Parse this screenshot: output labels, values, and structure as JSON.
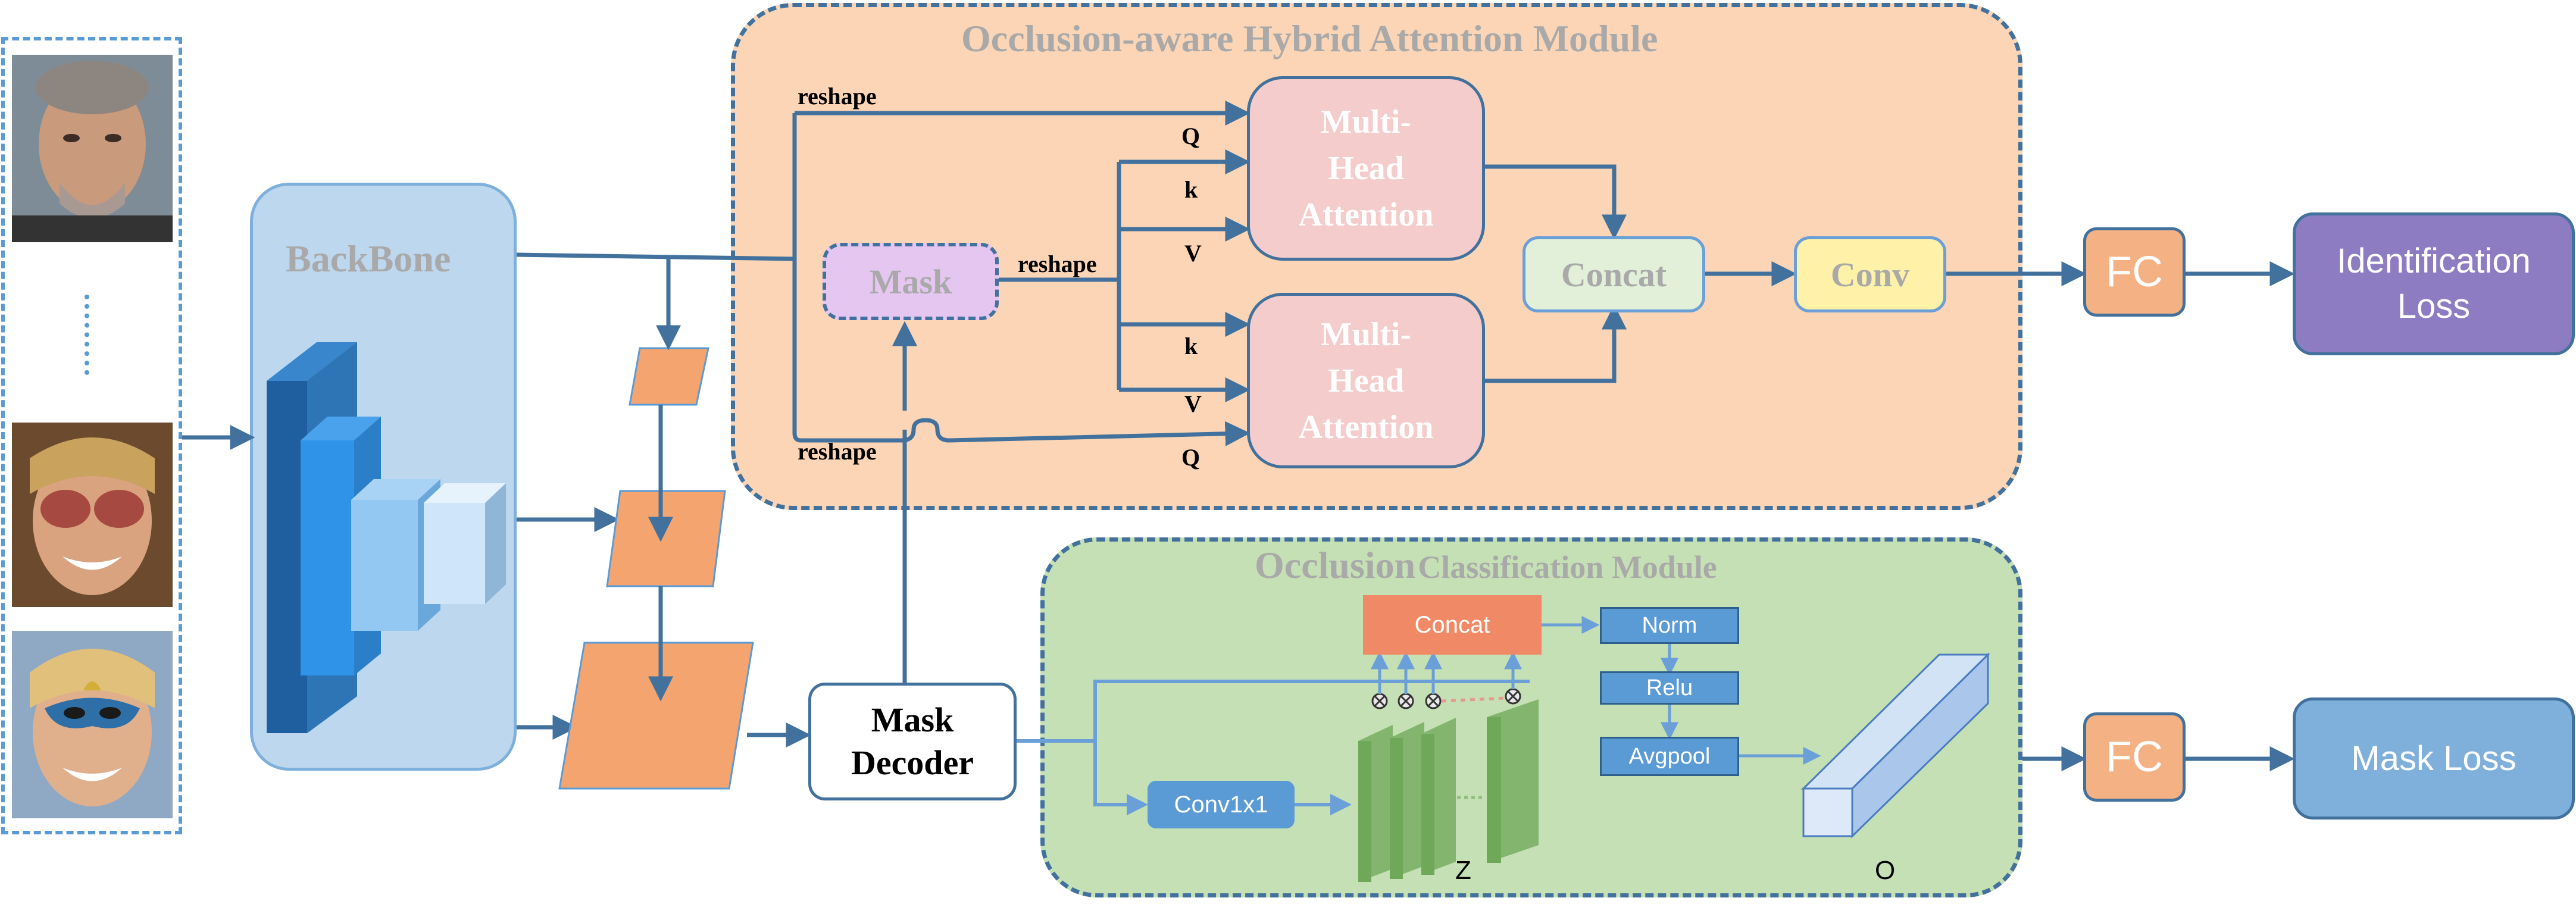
{
  "hybrid_module": {
    "title": "Occlusion-aware Hybrid Attention Module",
    "mask_label": "Mask",
    "mha_top": "Multi-Head Attention",
    "mha_bottom": "Multi-Head Attention",
    "concat_label": "Concat",
    "conv_label": "Conv",
    "reshape_top": "reshape",
    "reshape_mid": "reshape",
    "reshape_bottom": "reshape",
    "q_top": "Q",
    "k_top": "k",
    "v_top": "V",
    "k_bottom": "k",
    "v_bottom": "V",
    "q_bottom": "Q"
  },
  "backbone": {
    "label": "BackBone"
  },
  "mask_decoder": {
    "label": "Mask Decoder"
  },
  "occlusion_module": {
    "title_part1": "Occlusion",
    "title_part2": "Classification Module",
    "concat_label": "Concat",
    "norm_label": "Norm",
    "relu_label": "Relu",
    "avgpool_label": "Avgpool",
    "conv1x1_label": "Conv1x1",
    "z_label": "Z",
    "o_label": "O"
  },
  "heads": {
    "fc_top": "FC",
    "fc_bottom": "FC",
    "identification_loss": "Identification Loss",
    "mask_loss": "Mask Loss"
  },
  "colors": {
    "arrow": "#41719c",
    "hybrid_bg": "#fbd5b5",
    "occlusion_bg": "#c5e0b4",
    "backbone_bg": "#bdd7ee",
    "mha_bg": "#f4cccc",
    "mask_bg": "#e4c6f0",
    "concat_bg": "#e2efd9",
    "conv_bg": "#fff2a8",
    "fc_bg": "#f4b183",
    "id_loss_bg": "#8e7cc3",
    "mask_loss_bg": "#7fb0dc",
    "small_box_bg": "#5b9bd5",
    "feature_orange": "#f4a46e"
  }
}
